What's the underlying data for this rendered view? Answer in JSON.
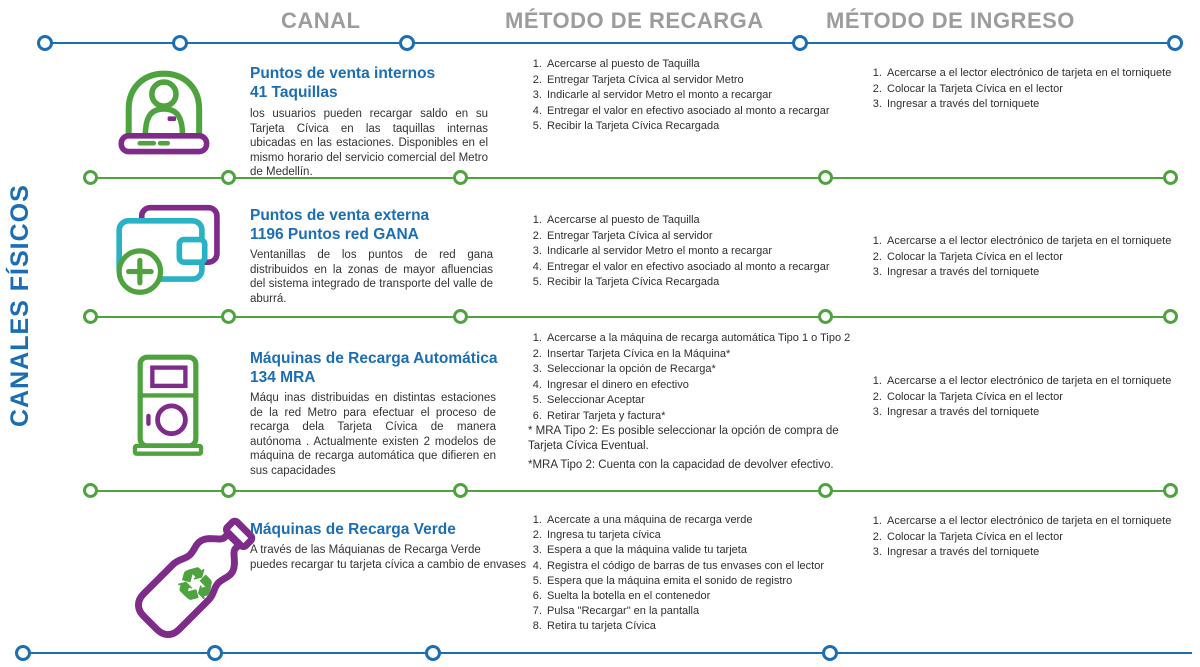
{
  "sidebar": {
    "label": "CANALES FÍSICOS"
  },
  "header": {
    "columns": [
      "CANAL",
      "MÉTODO DE RECARGA",
      "MÉTODO DE INGRESO"
    ]
  },
  "colors": {
    "blue": "#1b6eb4",
    "green": "#4fa33f",
    "purple": "#7e2b8a",
    "teal": "#29b2c4",
    "header_gray": "#9c9c9b"
  },
  "icons": {
    "recycle": "♻"
  },
  "rows": [
    {
      "icon": "ticket-booth-icon",
      "title": [
        "Puntos de venta internos",
        "41 Taquillas"
      ],
      "description": "los usuarios pueden recargar saldo en su Tarjeta Cívica en las taquillas internas ubicadas en las estaciones. Disponibles en el mismo horario del servicio comercial del Metro de Medellín.",
      "recarga_steps": [
        "Acercarse al puesto de Taquilla",
        "Entregar Tarjeta Cívica al servidor Metro",
        "Indicarle al servidor Metro el monto a recargar",
        "Entregar el valor en efectivo asociado al monto a recargar",
        "Recibir la Tarjeta Cívica Recargada"
      ],
      "ingreso_steps": [
        "Acercarse a el lector electrónico de tarjeta en el torniquete",
        "Colocar la Tarjeta Cívica en el lector",
        "Ingresar a través del torniquete"
      ]
    },
    {
      "icon": "wallet-icon",
      "title": [
        "Puntos de venta externa",
        "1196 Puntos red GANA"
      ],
      "description": "Ventanillas de los puntos de red gana distribuidos en la zonas de mayor afluencias del sistema integrado de transporte del valle de aburrá.",
      "recarga_steps": [
        "Acercarse al puesto de Taquilla",
        "Entregar Tarjeta Cívica al servidor",
        "Indicarle al servidor Metro el monto a recargar",
        "Entregar el valor en efectivo asociado al monto a recargar",
        "Recibir la Tarjeta Cívica Recargada"
      ],
      "ingreso_steps": [
        "Acercarse a el lector electrónico de tarjeta en el torniquete",
        "Colocar la Tarjeta Cívica en el lector",
        "Ingresar a través del torniquete"
      ]
    },
    {
      "icon": "recharge-machine-icon",
      "title": [
        "Máquinas de Recarga Automática",
        "134 MRA"
      ],
      "description": "Máqu inas distribuidas en distintas estaciones de la red Metro para efectuar el proceso de recarga dela Tarjeta Cívica de manera autónoma . Actualmente existen 2 modelos de máquina de recarga automática que difieren en sus capacidades",
      "recarga_steps": [
        "Acercarse a la máquina de recarga automática Tipo 1 o Tipo 2",
        "Insertar Tarjeta Cívica en la Máquina*",
        "Seleccionar la opción de Recarga*",
        "Ingresar el dinero en efectivo",
        "Seleccionar Aceptar",
        "Retirar Tarjeta y factura*"
      ],
      "notes": [
        "* MRA Tipo 2: Es posible seleccionar la opción de compra de Tarjeta Cívica Eventual.",
        "*MRA Tipo 2: Cuenta con la capacidad de devolver efectivo."
      ],
      "ingreso_steps": [
        "Acercarse a el lector electrónico de tarjeta en el torniquete",
        "Colocar la Tarjeta Cívica en el lector",
        "Ingresar a través del torniquete"
      ]
    },
    {
      "icon": "green-bottle-icon",
      "title": [
        "Máquinas de Recarga Verde"
      ],
      "description_lines": [
        "A través de las Máquianas de Recarga Verde",
        "puedes recargar tu tarjeta cívica a cambio de envases"
      ],
      "recarga_steps": [
        "Acercate a una máquina de recarga verde",
        "Ingresa tu tarjeta cívica",
        "Espera a que la máquina valide tu tarjeta",
        "Registra el código de barras de tus envases con el lector",
        "Espera que la máquina emita el sonido de registro",
        "Suelta la botella en el contenedor",
        "Pulsa \"Recargar\" en la pantalla",
        "Retira tu tarjeta Cívica"
      ],
      "ingreso_steps": [
        "Acercarse a el lector electrónico de tarjeta en el torniquete",
        "Colocar la Tarjeta Cívica en el lector",
        "Ingresar a través del torniquete"
      ]
    }
  ]
}
